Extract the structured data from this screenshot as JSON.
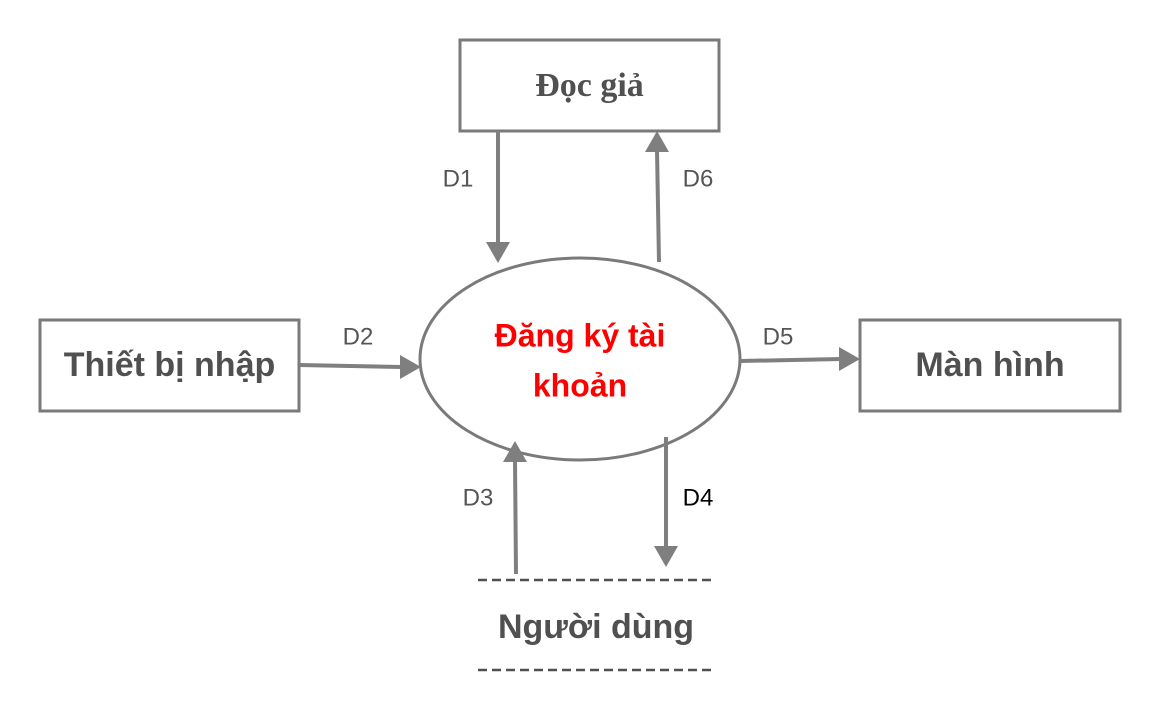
{
  "entities": {
    "doc_gia": "Đọc giả",
    "thiet_bi_nhap": "Thiết bị nhập",
    "man_hinh": "Màn hình"
  },
  "process": {
    "line1": "Đăng ký tài",
    "line2": "khoản"
  },
  "data_store": {
    "label": "Người dùng"
  },
  "flows": {
    "d1": "D1",
    "d2": "D2",
    "d3": "D3",
    "d4": "D4",
    "d5": "D5",
    "d6": "D6"
  },
  "colors": {
    "process_text": "#ff0000",
    "entity_text": "#505050",
    "border": "#7a7a7a",
    "arrow": "#7f7f7f"
  }
}
